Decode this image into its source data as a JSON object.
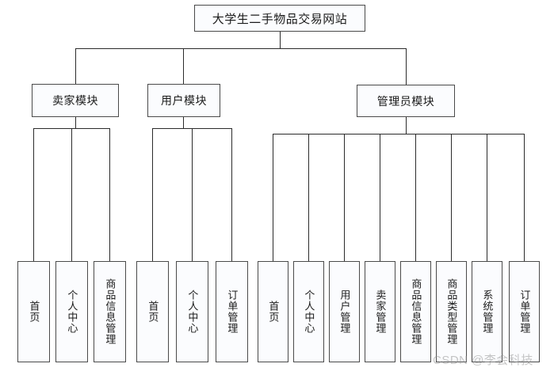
{
  "diagram": {
    "type": "tree-hierarchy",
    "root": {
      "label": "大学生二手物品交易网站"
    },
    "modules": [
      {
        "id": "seller",
        "label": "卖家模块"
      },
      {
        "id": "user",
        "label": "用户模块"
      },
      {
        "id": "admin",
        "label": "管理员模块"
      }
    ],
    "leaves": {
      "seller": [
        {
          "label": "首页"
        },
        {
          "label": "个人中心"
        },
        {
          "label": "商品信息管理"
        }
      ],
      "user": [
        {
          "label": "首页"
        },
        {
          "label": "个人中心"
        },
        {
          "label": "订单管理"
        }
      ],
      "admin": [
        {
          "label": "首页"
        },
        {
          "label": "个人中心"
        },
        {
          "label": "用户管理"
        },
        {
          "label": "卖家管理"
        },
        {
          "label": "商品信息管理"
        },
        {
          "label": "商品类型管理"
        },
        {
          "label": "系统管理"
        },
        {
          "label": "订单管理"
        }
      ]
    }
  },
  "watermark": {
    "text": "CSDN @李会科技"
  },
  "colors": {
    "box_border": "#4a4a4a",
    "box_fill": "#fbfcfe",
    "line": "#2b2b2b",
    "background": "#ffffff",
    "watermark": "#969696"
  }
}
